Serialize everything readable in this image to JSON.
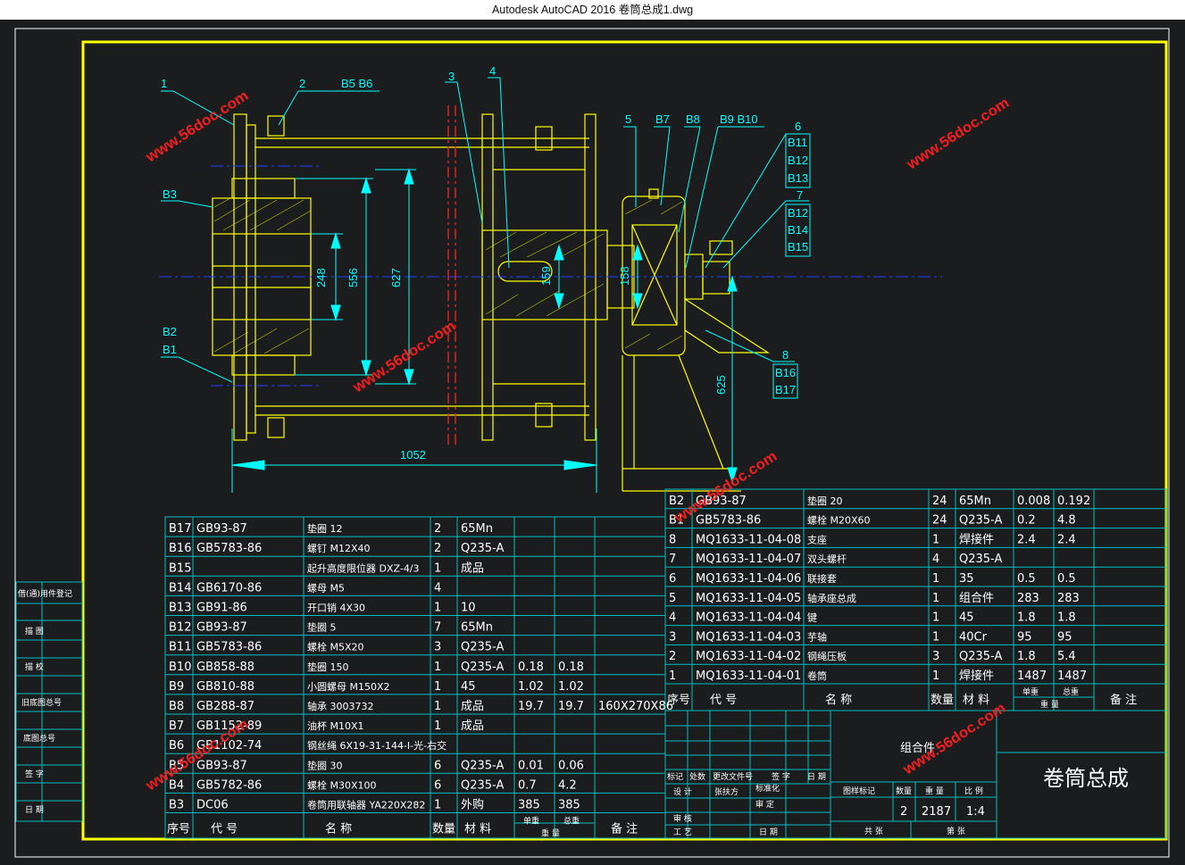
{
  "window": {
    "title": "Autodesk AutoCAD 2016    卷筒总成1.dwg"
  },
  "colors": {
    "frame": "#ffff00",
    "table": "#00c0c0",
    "text": "#ffffff",
    "yellow": "#ffff00",
    "cyan": "#00ffff",
    "red": "#e02020",
    "blue": "#2040ff",
    "watermark": "#ff2020",
    "background": "#1b1c1e"
  },
  "watermark": "www.56doc.com",
  "dims": {
    "d248": "248",
    "d556": "556",
    "d627": "627",
    "d159": "159",
    "d158": "158",
    "d625": "625",
    "d1052": "1052"
  },
  "callouts": {
    "c1": "1",
    "c2": "2",
    "b5b6": "B5 B6",
    "c3": "3",
    "c4": "4",
    "c5": "5",
    "b7": "B7",
    "b8": "B8",
    "b9b10": "B9 B10",
    "c6": "6",
    "b11": "B11",
    "b12a": "B12",
    "b13": "B13",
    "c7": "7",
    "b12b": "B12",
    "b14": "B14",
    "b15": "B15",
    "b3": "B3",
    "b2": "B2",
    "b1": "B1",
    "c8": "8",
    "b16": "B16",
    "b17": "B17"
  },
  "left_table": {
    "rows": [
      [
        "B17",
        "GB93-87",
        "垫圈 12",
        "2",
        "65Mn",
        "",
        "",
        ""
      ],
      [
        "B16",
        "GB5783-86",
        "螺钉 M12X40",
        "2",
        "Q235-A",
        "",
        "",
        ""
      ],
      [
        "B15",
        "",
        "起升高度限位器 DXZ-4/3",
        "1",
        "成品",
        "",
        "",
        ""
      ],
      [
        "B14",
        "GB6170-86",
        "螺母 M5",
        "4",
        "",
        "",
        "",
        ""
      ],
      [
        "B13",
        "GB91-86",
        "开口销 4X30",
        "1",
        "10",
        "",
        "",
        ""
      ],
      [
        "B12",
        "GB93-87",
        "垫圈 5",
        "7",
        "65Mn",
        "",
        "",
        ""
      ],
      [
        "B11",
        "GB5783-86",
        "螺栓 M5X20",
        "3",
        "Q235-A",
        "",
        "",
        ""
      ],
      [
        "B10",
        "GB858-88",
        "垫圈 150",
        "1",
        "Q235-A",
        "0.18",
        "0.18",
        ""
      ],
      [
        "B9",
        "GB810-88",
        "小圆螺母 M150X2",
        "1",
        "45",
        "1.02",
        "1.02",
        ""
      ],
      [
        "B8",
        "GB288-87",
        "轴承 3003732",
        "1",
        "成品",
        "19.7",
        "19.7",
        "160X270X86"
      ],
      [
        "B7",
        "GB1152-89",
        "油杯 M10X1",
        "1",
        "成品",
        "",
        "",
        ""
      ],
      [
        "B6",
        "GB1102-74",
        "钢丝绳 6X19-31-144-I-光-右交",
        "",
        "",
        "",
        "",
        ""
      ],
      [
        "B5",
        "GB93-87",
        "垫圈 30",
        "6",
        "Q235-A",
        "0.01",
        "0.06",
        ""
      ],
      [
        "B4",
        "GB5782-86",
        "螺栓 M30X100",
        "6",
        "Q235-A",
        "0.7",
        "4.2",
        ""
      ],
      [
        "B3",
        "DC06",
        "卷筒用联轴器 YA220X282",
        "1",
        "外购",
        "385",
        "385",
        ""
      ]
    ],
    "header": [
      "序号",
      "代 号",
      "名 称",
      "数量",
      "材 料",
      "单重",
      "总重",
      "备 注"
    ],
    "header_sub": "重 量"
  },
  "right_table": {
    "rows": [
      [
        "B2",
        "GB93-87",
        "垫圈 20",
        "24",
        "65Mn",
        "0.008",
        "0.192",
        ""
      ],
      [
        "B1",
        "GB5783-86",
        "螺栓 M20X60",
        "24",
        "Q235-A",
        "0.2",
        "4.8",
        ""
      ],
      [
        "8",
        "MQ1633-11-04-08",
        "支座",
        "1",
        "焊接件",
        "2.4",
        "2.4",
        ""
      ],
      [
        "7",
        "MQ1633-11-04-07",
        "双头螺杆",
        "4",
        "Q235-A",
        "",
        "",
        ""
      ],
      [
        "6",
        "MQ1633-11-04-06",
        "联接套",
        "1",
        "35",
        "0.5",
        "0.5",
        ""
      ],
      [
        "5",
        "MQ1633-11-04-05",
        "轴承座总成",
        "1",
        "组合件",
        "283",
        "283",
        ""
      ],
      [
        "4",
        "MQ1633-11-04-04",
        "键",
        "1",
        "45",
        "1.8",
        "1.8",
        ""
      ],
      [
        "3",
        "MQ1633-11-04-03",
        "芋轴",
        "1",
        "40Cr",
        "95",
        "95",
        ""
      ],
      [
        "2",
        "MQ1633-11-04-02",
        "钢绳压板",
        "3",
        "Q235-A",
        "1.8",
        "5.4",
        ""
      ],
      [
        "1",
        "MQ1633-11-04-01",
        "卷筒",
        "1",
        "焊接件",
        "1487",
        "1487",
        ""
      ]
    ],
    "header": [
      "序号",
      "代 号",
      "名 称",
      "数量",
      "材 料",
      "单重",
      "总重",
      "备 注"
    ],
    "header_sub": "重 量"
  },
  "title_block": {
    "assembly": "组合件",
    "name": "卷筒总成",
    "rev_header": [
      "标记",
      "处数",
      "更改文件号",
      "签 字",
      "日 期"
    ],
    "roles": [
      "设 计",
      "审 核",
      "工 艺"
    ],
    "designer": "张扶方",
    "std": "标准化",
    "approve": "审 定",
    "date_label": "日 期",
    "stage_label": "图样标记",
    "qty_label": "数量",
    "weight_label": "重 量",
    "scale_label": "比 例",
    "qty": "2",
    "weight": "2187",
    "scale": "1:4",
    "sheets": "共 张",
    "sheet": "第 张"
  },
  "side_panel": [
    "借(通)用件登记",
    "描 图",
    "描 校",
    "旧底图总号",
    "底图总号",
    "签 字",
    "日 期"
  ]
}
